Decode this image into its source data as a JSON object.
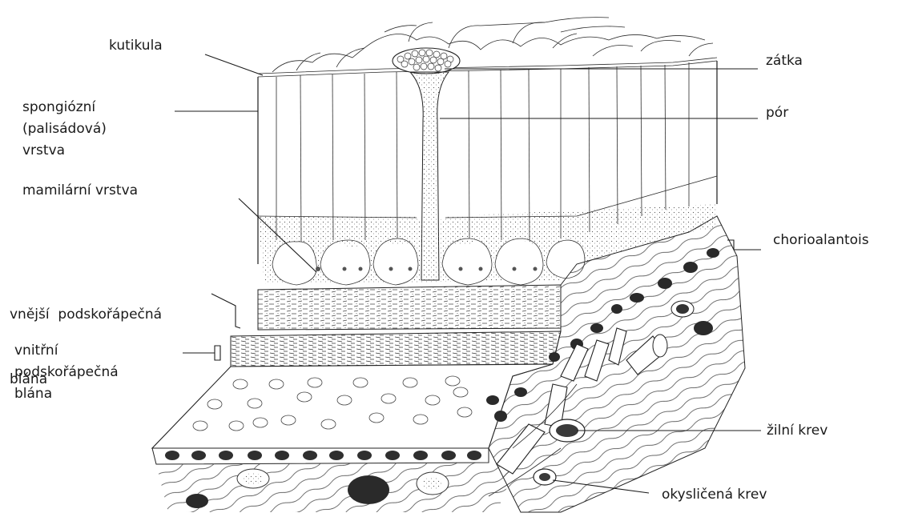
{
  "labels": {
    "kutikula": "kutikula",
    "spongiozni": [
      "spongiózní",
      "(palisádová)",
      "vrstva"
    ],
    "mamilarni": "mamilární vrstva",
    "vnejsi": [
      "vnější  podskořápečná",
      "blána"
    ],
    "vnitrni": [
      "vnitřní",
      "podskořápečná",
      "blána"
    ],
    "zatka": "zátka",
    "por": "pór",
    "chorioalantois": "chorioalantois",
    "zilni": "žilní krev",
    "okysli": "okysličená krev"
  }
}
